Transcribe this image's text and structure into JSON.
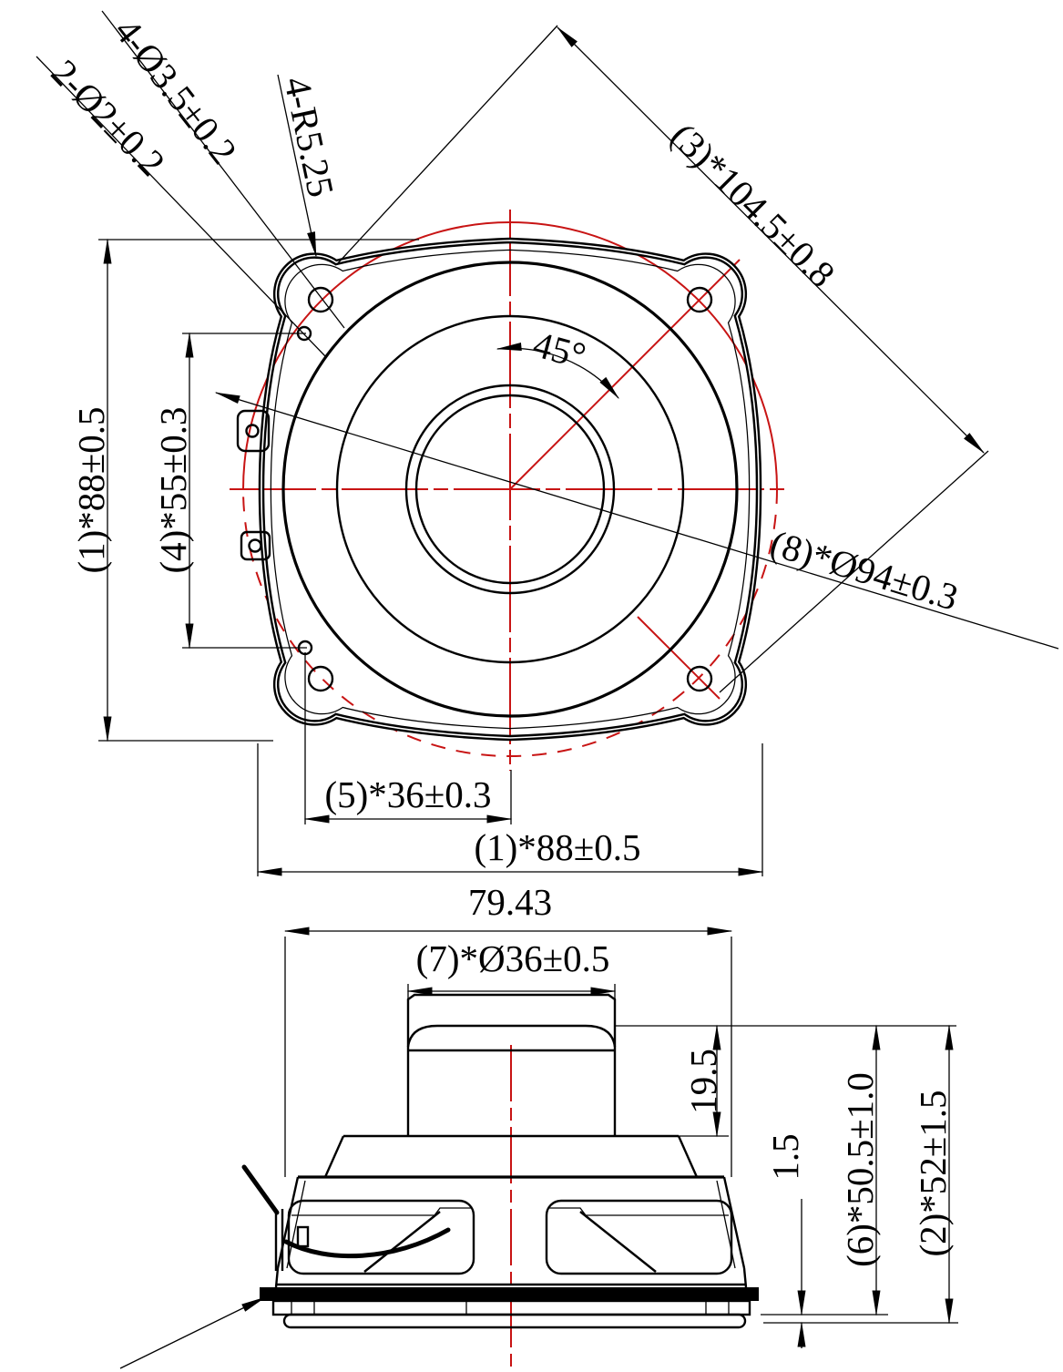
{
  "drawing": {
    "top_view": {
      "dim_small_holes": "2-Ø2±0.2",
      "dim_mount_holes": "4-Ø3.5±0.2",
      "dim_corner_radius": "4-R5.25",
      "dim_corner_diagonal": "(3)*104.5±0.8",
      "dim_hole_angle": "45°",
      "dim_frame_height": "(1)*88±0.5",
      "dim_lug_hole_spacing": "(4)*55±0.3",
      "dim_bolt_circle": "(8)*Ø94±0.3",
      "dim_hole_to_center": "(5)*36±0.3",
      "dim_frame_width": "(1)*88±0.5"
    },
    "side_view": {
      "dim_basket_width": "79.43",
      "dim_magnet_diameter": "(7)*Ø36±0.5",
      "dim_magnet_height": "19.5",
      "dim_gasket_step": "1.5",
      "dim_height_to_flange": "(6)*50.5±1.0",
      "dim_total_height": "(2)*52±1.5"
    },
    "colors": {
      "line": "#000000",
      "centerline_red": "#c81414"
    }
  }
}
